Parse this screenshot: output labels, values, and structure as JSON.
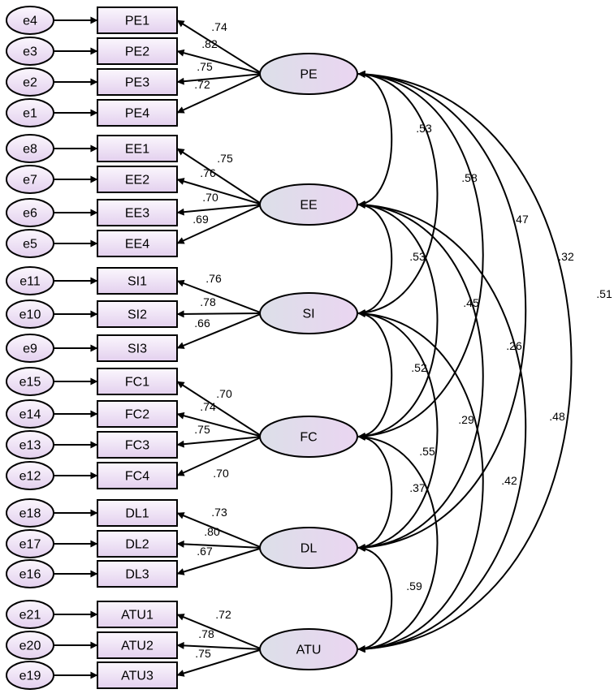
{
  "colors": {
    "fill_top": "#fbf7fd",
    "fill_bottom": "#e3d0ee",
    "ellipse_left": "#dcdfe8",
    "ellipse_right": "#ead5f1",
    "stroke": "#000000"
  },
  "factors": [
    {
      "id": "PE",
      "label": "PE",
      "items": [
        {
          "label": "PE1",
          "error": "e4",
          "weight": ".74"
        },
        {
          "label": "PE2",
          "error": "e3",
          "weight": ".82"
        },
        {
          "label": "PE3",
          "error": "e2",
          "weight": ".75"
        },
        {
          "label": "PE4",
          "error": "e1",
          "weight": ".72"
        }
      ]
    },
    {
      "id": "EE",
      "label": "EE",
      "items": [
        {
          "label": "EE1",
          "error": "e8",
          "weight": ".75"
        },
        {
          "label": "EE2",
          "error": "e7",
          "weight": ".76"
        },
        {
          "label": "EE3",
          "error": "e6",
          "weight": ".70"
        },
        {
          "label": "EE4",
          "error": "e5",
          "weight": ".69"
        }
      ]
    },
    {
      "id": "SI",
      "label": "SI",
      "items": [
        {
          "label": "SI1",
          "error": "e11",
          "weight": ".76"
        },
        {
          "label": "SI2",
          "error": "e10",
          "weight": ".78"
        },
        {
          "label": "SI3",
          "error": "e9",
          "weight": ".66"
        }
      ]
    },
    {
      "id": "FC",
      "label": "FC",
      "items": [
        {
          "label": "FC1",
          "error": "e15",
          "weight": ".70"
        },
        {
          "label": "FC2",
          "error": "e14",
          "weight": ".74"
        },
        {
          "label": "FC3",
          "error": "e13",
          "weight": ".75"
        },
        {
          "label": "FC4",
          "error": "e12",
          "weight": ".70"
        }
      ]
    },
    {
      "id": "DL",
      "label": "DL",
      "items": [
        {
          "label": "DL1",
          "error": "e18",
          "weight": ".73"
        },
        {
          "label": "DL2",
          "error": "e17",
          "weight": ".80"
        },
        {
          "label": "DL3",
          "error": "e16",
          "weight": ".67"
        }
      ]
    },
    {
      "id": "ATU",
      "label": "ATU",
      "items": [
        {
          "label": "ATU1",
          "error": "e21",
          "weight": ".72"
        },
        {
          "label": "ATU2",
          "error": "e20",
          "weight": ".78"
        },
        {
          "label": "ATU3",
          "error": "e19",
          "weight": ".75"
        }
      ]
    }
  ],
  "correlations": [
    {
      "from": "PE",
      "to": "EE",
      "value": ".53"
    },
    {
      "from": "PE",
      "to": "SI",
      "value": ".58"
    },
    {
      "from": "PE",
      "to": "FC",
      "value": ".47"
    },
    {
      "from": "PE",
      "to": "DL",
      "value": ".32"
    },
    {
      "from": "PE",
      "to": "ATU",
      "value": ".51"
    },
    {
      "from": "EE",
      "to": "SI",
      "value": ".53"
    },
    {
      "from": "EE",
      "to": "FC",
      "value": ".45"
    },
    {
      "from": "EE",
      "to": "DL",
      "value": ".26"
    },
    {
      "from": "EE",
      "to": "ATU",
      "value": ".48"
    },
    {
      "from": "SI",
      "to": "FC",
      "value": ".52"
    },
    {
      "from": "SI",
      "to": "DL",
      "value": ".29"
    },
    {
      "from": "SI",
      "to": "ATU",
      "value": ".42"
    },
    {
      "from": "FC",
      "to": "DL",
      "value": ".37"
    },
    {
      "from": "FC",
      "to": "ATU",
      "value": ".55"
    },
    {
      "from": "DL",
      "to": "ATU",
      "value": ".59"
    }
  ]
}
